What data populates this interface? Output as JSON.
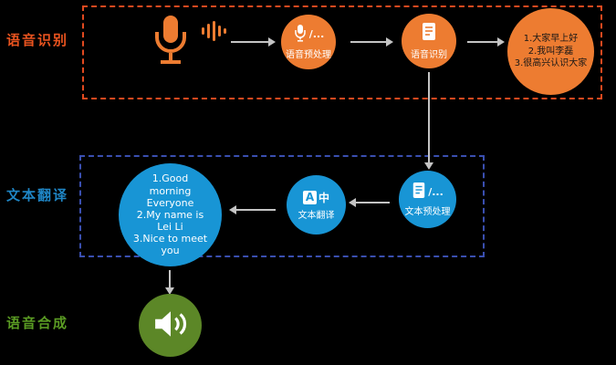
{
  "sections": {
    "asr": {
      "label": "语音识别",
      "color": "#e8531f"
    },
    "mt": {
      "label": "文本翻译",
      "color": "#1f86c6"
    },
    "tts": {
      "label": "语音合成",
      "color": "#5a9b23"
    }
  },
  "asr_flow": {
    "preprocess": {
      "suffix": "/...",
      "label": "语音预处理"
    },
    "recognize": {
      "label": "语音识别"
    },
    "result_lines": [
      "1.大家早上好",
      "2.我叫李磊",
      "3.很高兴认识大家"
    ]
  },
  "mt_flow": {
    "preprocess": {
      "suffix": "/...",
      "label": "文本预处理"
    },
    "translate": {
      "icon_a": "A",
      "icon_zhong": "中",
      "label": "文本翻译"
    },
    "result_lines": [
      "1.Good",
      "morning",
      "Everyone",
      "2.My name is",
      "Lei Li",
      "3.Nice to meet",
      "you"
    ]
  },
  "colors": {
    "node_orange": "#ed7c31",
    "node_blue": "#1895d5",
    "node_green": "#5c8727",
    "arrow": "#c4c4c4",
    "asr_box_border": "#e2491f",
    "mt_box_border": "#3a4fb0",
    "background": "#000000"
  }
}
